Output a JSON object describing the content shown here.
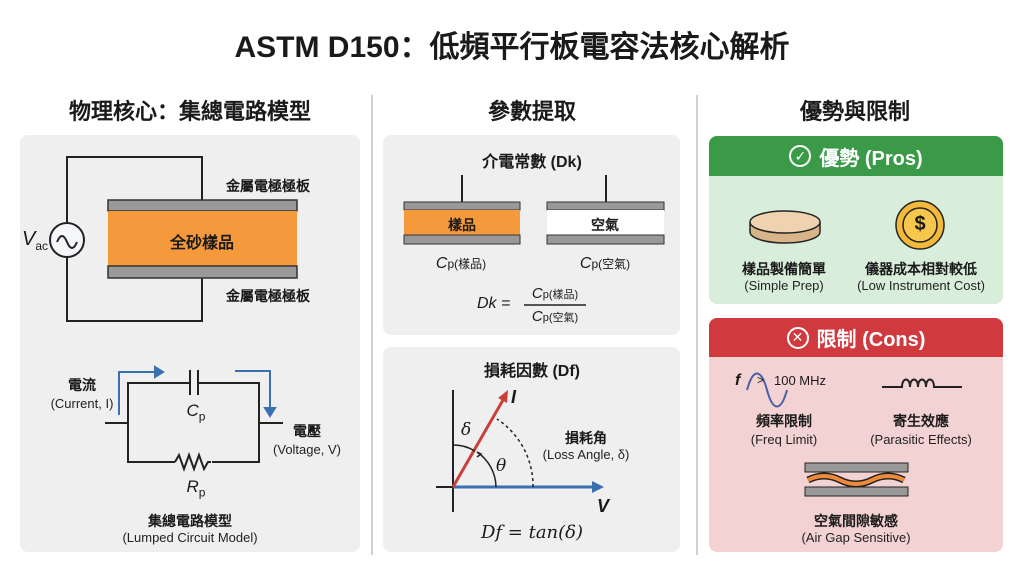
{
  "title": "ASTM D150：低頻平行板電容法核心解析",
  "columns": {
    "left": {
      "heading": "物理核心：集總電路模型",
      "plate_top": "金屬電極極板",
      "plate_bottom": "金屬電極極板",
      "sample": "全砂樣品",
      "source_v": "V",
      "source_sub": "ac",
      "current_zh": "電流",
      "current_en": "(Current, I)",
      "voltage_zh": "電壓",
      "voltage_en": "(Voltage, V)",
      "cap": "C",
      "cap_sub": "p",
      "res": "R",
      "res_sub": "p",
      "model_zh": "集總電路模型",
      "model_en": "(Lumped Circuit Model)"
    },
    "middle": {
      "heading": "參數提取",
      "dk": {
        "title": "介電常數 (Dk)",
        "sample": "樣品",
        "air": "空氣",
        "cp": "C",
        "p": "p",
        "cp_sample": "(樣品)",
        "cp_air": "(空氣)",
        "lhs": "Dk ="
      },
      "df": {
        "title": "損耗因數 (Df)",
        "i": "I",
        "v": "V",
        "delta": "δ",
        "theta": "θ",
        "loss_zh": "損耗角",
        "loss_en": "(Loss Angle, δ)",
        "formula": "Df = tan(δ)"
      }
    },
    "right": {
      "heading": "優勢與限制",
      "pros": {
        "title": "優勢 (Pros)",
        "color": "#3a9a48",
        "items": [
          {
            "zh": "樣品製備簡單",
            "en": "(Simple Prep)"
          },
          {
            "zh": "儀器成本相對較低",
            "en": "(Low Instrument Cost)"
          }
        ],
        "coin": "$"
      },
      "cons": {
        "title": "限制 (Cons)",
        "color": "#d0393e",
        "freq_f": "f",
        "freq_gt": ">",
        "freq_val": "100 MHz",
        "items": [
          {
            "zh": "頻率限制",
            "en": "(Freq Limit)"
          },
          {
            "zh": "寄生效應",
            "en": "(Parasitic Effects)"
          },
          {
            "zh": "空氣間隙敏感",
            "en": "(Air Gap Sensitive)"
          }
        ]
      }
    }
  }
}
